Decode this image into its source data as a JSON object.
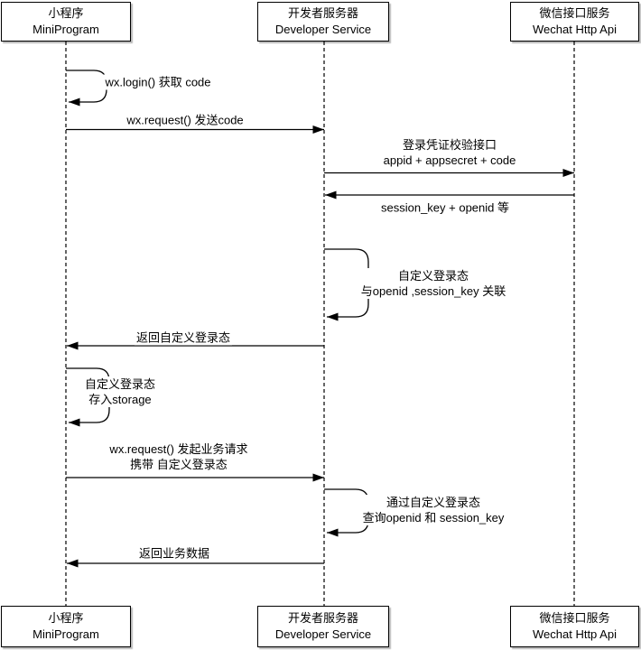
{
  "diagram_title": "WeChat MiniProgram login sequence",
  "colors": {
    "stroke": "#000000",
    "background": "#ffffff",
    "box_fill": "#ffffff",
    "text": "#000000"
  },
  "actors": [
    {
      "id": "miniprogram",
      "name_cn": "小程序",
      "name_en": "MiniProgram"
    },
    {
      "id": "developer-service",
      "name_cn": "开发者服务器",
      "name_en": "Developer Service"
    },
    {
      "id": "wechat-api",
      "name_cn": "微信接口服务",
      "name_en": "Wechat Http Api"
    }
  ],
  "messages": [
    {
      "type": "self",
      "actor": "MiniProgram",
      "label": "wx.login() 获取 code"
    },
    {
      "type": "message",
      "from": "MiniProgram",
      "to": "Developer Service",
      "label": "wx.request() 发送code"
    },
    {
      "type": "message",
      "from": "Developer Service",
      "to": "Wechat Http Api",
      "label": "登录凭证校验接口",
      "label2": "appid + appsecret + code"
    },
    {
      "type": "message",
      "from": "Wechat Http Api",
      "to": "Developer Service",
      "label": "session_key + openid 等"
    },
    {
      "type": "self",
      "actor": "Developer Service",
      "label": "自定义登录态",
      "label2": "与openid ,session_key 关联"
    },
    {
      "type": "message",
      "from": "Developer Service",
      "to": "MiniProgram",
      "label": "返回自定义登录态"
    },
    {
      "type": "self",
      "actor": "MiniProgram",
      "label": "自定义登录态",
      "label2": "存入storage"
    },
    {
      "type": "message",
      "from": "MiniProgram",
      "to": "Developer Service",
      "label": "wx.request() 发起业务请求",
      "label2": "携带 自定义登录态"
    },
    {
      "type": "self",
      "actor": "Developer Service",
      "label": "通过自定义登录态",
      "label2": "查询openid 和 session_key"
    },
    {
      "type": "message",
      "from": "Developer Service",
      "to": "MiniProgram",
      "label": "返回业务数据"
    }
  ]
}
